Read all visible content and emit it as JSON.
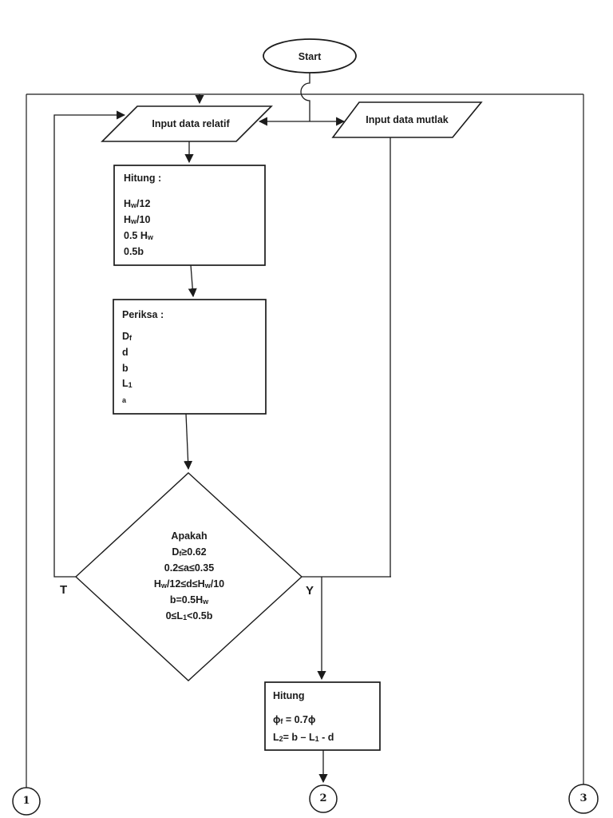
{
  "palette": {
    "ink": "#1b1b1b",
    "background": "#ffffff"
  },
  "nodes": {
    "start": {
      "type": "terminator",
      "label": "Start"
    },
    "input_relatif": {
      "type": "input-parallelogram",
      "label": "Input data relatif"
    },
    "input_mutlak": {
      "type": "input-parallelogram",
      "label": "Input data mutlak"
    },
    "hitung1": {
      "type": "process",
      "title": "Hitung :",
      "lines": [
        [
          {
            "t": "H"
          },
          {
            "t": "w",
            "sub": true
          },
          {
            "t": "/12"
          }
        ],
        [
          {
            "t": "H"
          },
          {
            "t": "w",
            "sub": true
          },
          {
            "t": "/10"
          }
        ],
        [
          {
            "t": "0.5 H"
          },
          {
            "t": "w",
            "sub": true
          }
        ],
        [
          {
            "t": "0.5b"
          }
        ]
      ]
    },
    "periksa": {
      "type": "process",
      "title": "Periksa :",
      "lines": [
        [
          {
            "t": "D"
          },
          {
            "t": "f",
            "sub": true
          }
        ],
        [
          {
            "t": "d"
          }
        ],
        [
          {
            "t": "b"
          }
        ],
        [
          {
            "t": "L"
          },
          {
            "t": "1",
            "sub": true
          }
        ],
        [
          {
            "t": "a",
            "sub": true
          }
        ]
      ]
    },
    "decision": {
      "type": "decision",
      "lines": [
        [
          {
            "t": "Apakah"
          }
        ],
        [
          {
            "t": "D"
          },
          {
            "t": "f",
            "sub": true
          },
          {
            "t": "≥0.62"
          }
        ],
        [
          {
            "t": "0.2≤a≤0.35"
          }
        ],
        [
          {
            "t": "H"
          },
          {
            "t": "w",
            "sub": true
          },
          {
            "t": "/12≤d≤H"
          },
          {
            "t": "w",
            "sub": true
          },
          {
            "t": "/10"
          }
        ],
        [
          {
            "t": "b=0.5H"
          },
          {
            "t": "w",
            "sub": true
          }
        ],
        [
          {
            "t": "0≤L"
          },
          {
            "t": "1",
            "sub": true
          },
          {
            "t": "<0.5b"
          }
        ]
      ]
    },
    "hitung2": {
      "type": "process",
      "title": "Hitung",
      "lines": [
        [
          {
            "t": "ϕ"
          },
          {
            "t": "f",
            "sub": true
          },
          {
            "t": " = 0.7ϕ"
          }
        ],
        [
          {
            "t": "L"
          },
          {
            "t": "2",
            "sub": true
          },
          {
            "t": "= b – L"
          },
          {
            "t": "1",
            "sub": true
          },
          {
            "t": " - d"
          }
        ]
      ]
    },
    "connector1": {
      "type": "off-page-connector",
      "label": "1"
    },
    "connector2": {
      "type": "off-page-connector",
      "label": "2"
    },
    "connector3": {
      "type": "off-page-connector",
      "label": "3"
    }
  },
  "edges": {
    "true_label": "T",
    "yes_label": "Y"
  }
}
